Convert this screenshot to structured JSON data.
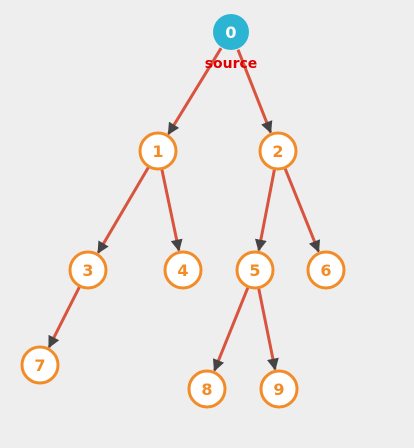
{
  "colors": {
    "background": "#eeeeee",
    "edge": "#d9543f",
    "node_stroke": "#f28c28",
    "node_fill": "#ffffff",
    "node_text": "#f28c28",
    "source_fill": "#2bb5d3",
    "source_text": "#ffffff",
    "source_tag": "#e00000"
  },
  "nodes": [
    {
      "id": "0",
      "label": "0",
      "role": "source",
      "tag": "source"
    },
    {
      "id": "1",
      "label": "1"
    },
    {
      "id": "2",
      "label": "2"
    },
    {
      "id": "3",
      "label": "3"
    },
    {
      "id": "4",
      "label": "4"
    },
    {
      "id": "5",
      "label": "5"
    },
    {
      "id": "6",
      "label": "6"
    },
    {
      "id": "7",
      "label": "7"
    },
    {
      "id": "8",
      "label": "8"
    },
    {
      "id": "9",
      "label": "9"
    }
  ],
  "edges": [
    {
      "from": "0",
      "to": "1"
    },
    {
      "from": "0",
      "to": "2"
    },
    {
      "from": "1",
      "to": "3"
    },
    {
      "from": "1",
      "to": "4"
    },
    {
      "from": "2",
      "to": "5"
    },
    {
      "from": "2",
      "to": "6"
    },
    {
      "from": "3",
      "to": "7"
    },
    {
      "from": "5",
      "to": "8"
    },
    {
      "from": "5",
      "to": "9"
    }
  ]
}
